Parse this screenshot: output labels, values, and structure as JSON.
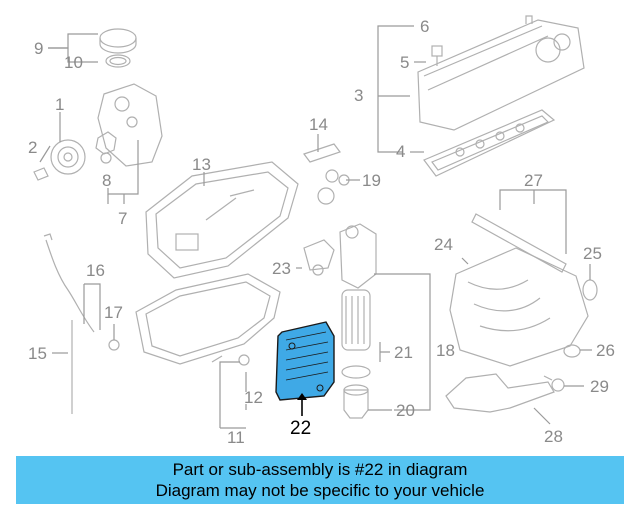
{
  "colors": {
    "banner": "#55c4f2",
    "highlight": "#3fa9e6",
    "line_art": "#b0b0b0",
    "callout": "#8a8a8a"
  },
  "callouts": {
    "n1": "1",
    "n2": "2",
    "n3": "3",
    "n4": "4",
    "n5": "5",
    "n6": "6",
    "n7": "7",
    "n8": "8",
    "n9": "9",
    "n10": "10",
    "n11": "11",
    "n12": "12",
    "n13": "13",
    "n14": "14",
    "n15": "15",
    "n16": "16",
    "n17": "17",
    "n18": "18",
    "n19": "19",
    "n20": "20",
    "n21": "21",
    "n22": "22",
    "n23": "23",
    "n24": "24",
    "n25": "25",
    "n26": "26",
    "n27": "27",
    "n28": "28",
    "n29": "29"
  },
  "highlighted_part": "22",
  "banner": {
    "line1": "Part or sub-assembly is #22 in diagram",
    "line2": "Diagram may not be specific to your vehicle"
  }
}
